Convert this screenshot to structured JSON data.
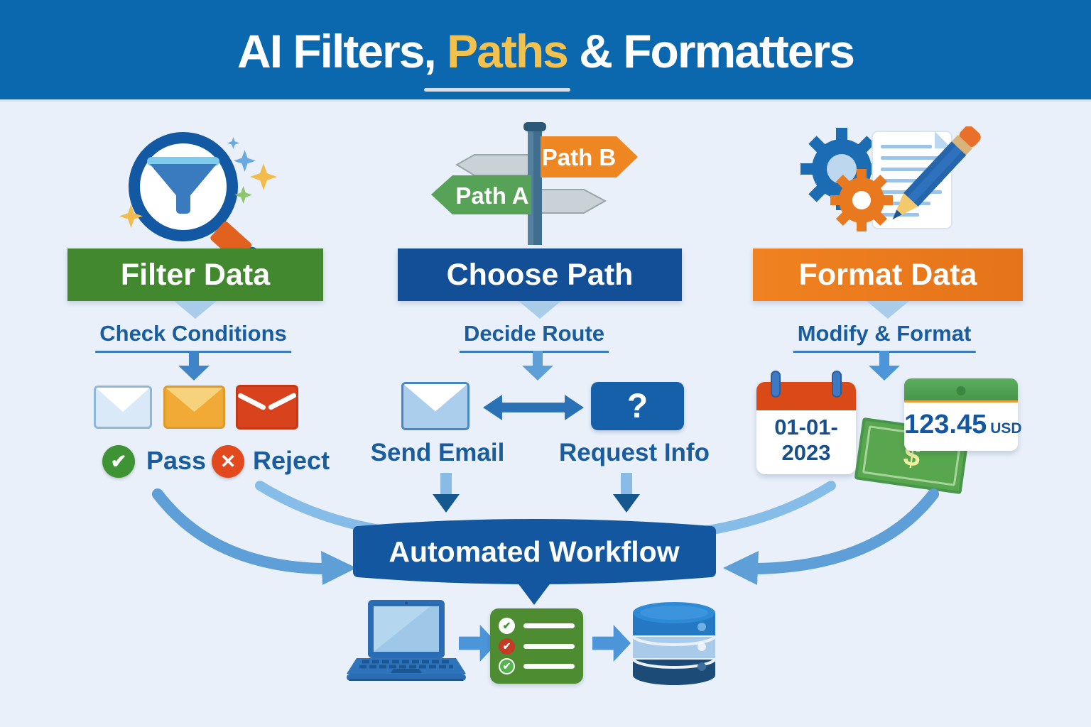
{
  "title": {
    "prefix": "AI Filters,",
    "highlight": "Paths",
    "suffix": "& Formatters"
  },
  "filter_column": {
    "header": "Filter Data",
    "step": "Check Conditions",
    "pass_label": "Pass",
    "reject_label": "Reject",
    "pass_glyph": "✔",
    "reject_glyph": "✕"
  },
  "path_column": {
    "header": "Choose Path",
    "step": "Decide Route",
    "sign_a": "Path A",
    "sign_b": "Path B",
    "send_email_label": "Send Email",
    "request_info_label": "Request Info",
    "question_glyph": "?"
  },
  "format_column": {
    "header": "Format Data",
    "step": "Modify & Format",
    "date_line1": "01-01-",
    "date_line2": "2023",
    "amount": "123.45",
    "currency": "USD",
    "dollar_glyph": "$"
  },
  "workflow": {
    "banner": "Automated Workflow"
  },
  "checklist_glyphs": [
    "✔",
    "✔",
    "✔"
  ],
  "colors": {
    "header_blue": "#0b67ae",
    "title_gold": "#f2c14e",
    "filter_green": "#41882e",
    "choose_blue": "#134f97",
    "format_orange": "#ee7d1d",
    "label_blue": "#1a5d9e",
    "ribbon_blue": "#1257a0",
    "arrow_blue": "#4c95d8",
    "pass_green": "#3e9434",
    "reject_red": "#e2491c",
    "background": "#e9f0fa"
  }
}
